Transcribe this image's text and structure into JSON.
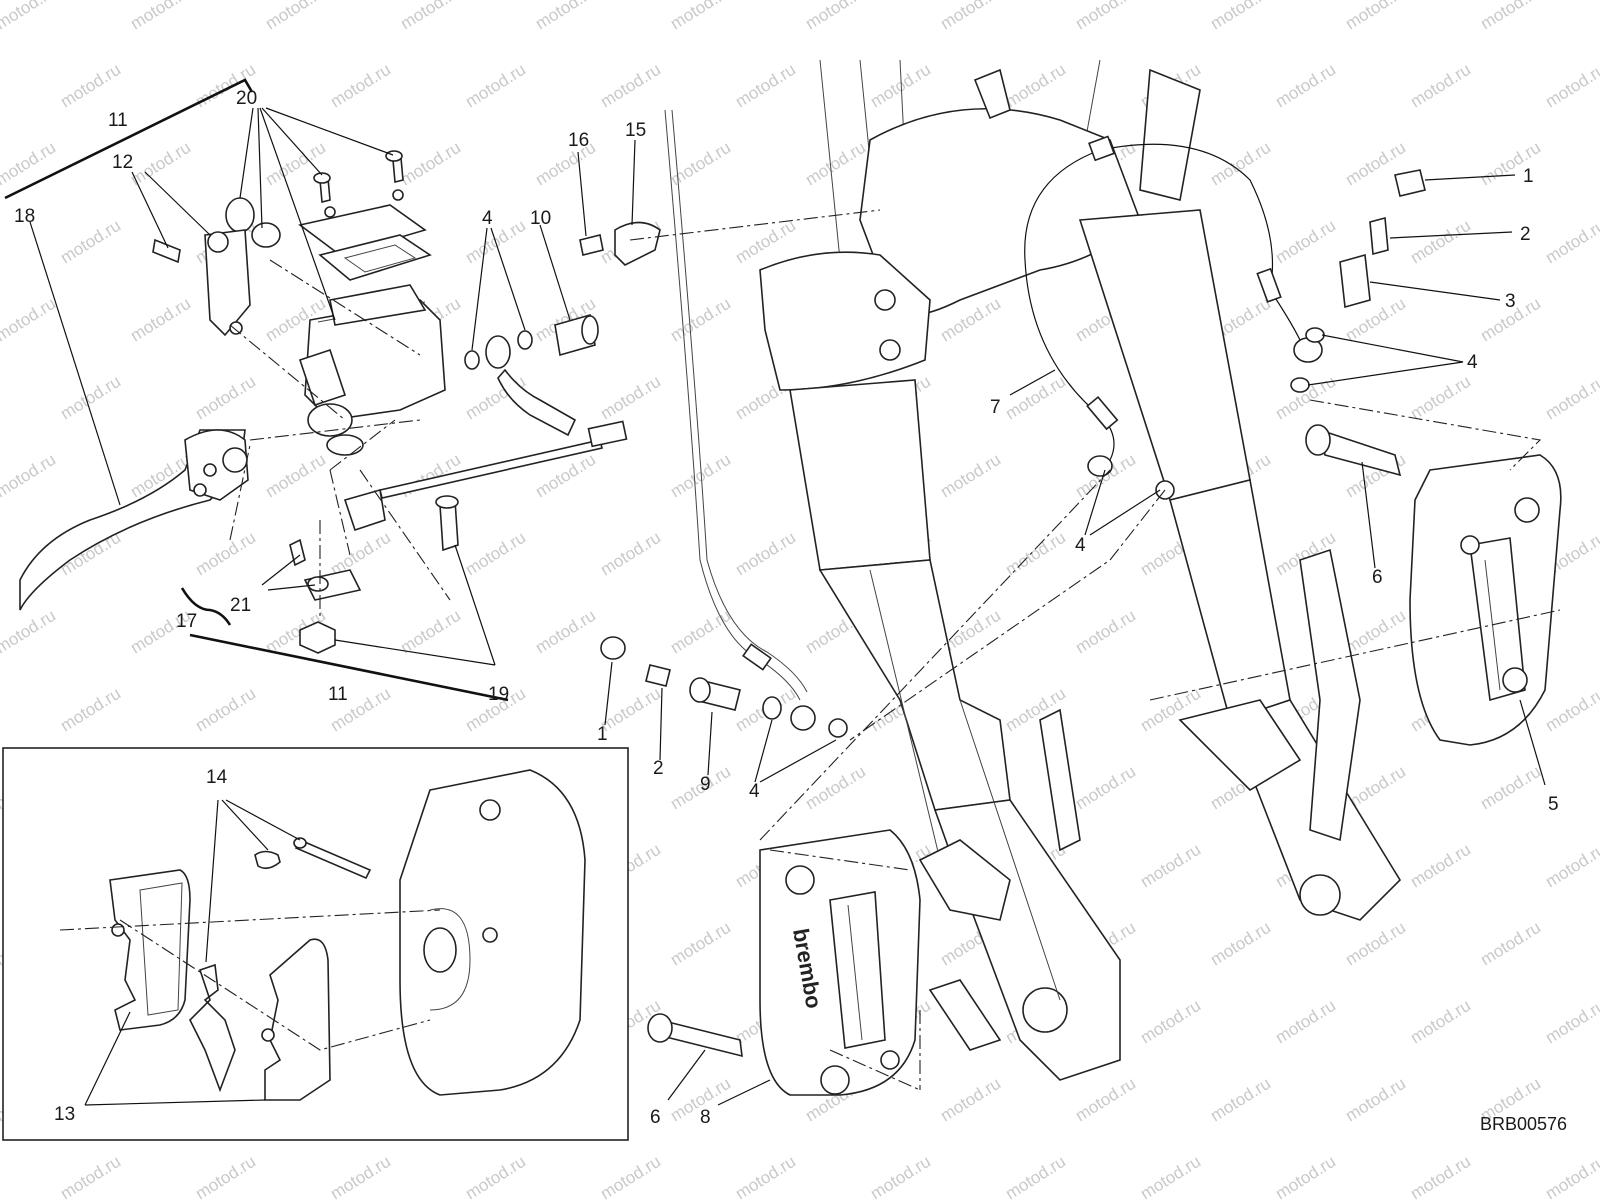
{
  "watermark": "motod.ru",
  "drawing_code": "BRB00576",
  "part_labels": {
    "p1_top": "1",
    "p2_top": "2",
    "p3": "3",
    "p4_top_right": "4",
    "p4_mid": "4",
    "p4_bottom": "4",
    "p4_left": "4",
    "p5": "5",
    "p6_right": "6",
    "p6_bottom": "6",
    "p7": "7",
    "p8": "8",
    "p9": "9",
    "p10": "10",
    "p11_top": "11",
    "p11_bottom": "11",
    "p12": "12",
    "p13": "13",
    "p14": "14",
    "p15": "15",
    "p16": "16",
    "p17": "17",
    "p18": "18",
    "p19": "19",
    "p20": "20",
    "p21": "21",
    "p1_bottom": "1",
    "p2_bottom": "2"
  },
  "caliper_logo": "brembo"
}
